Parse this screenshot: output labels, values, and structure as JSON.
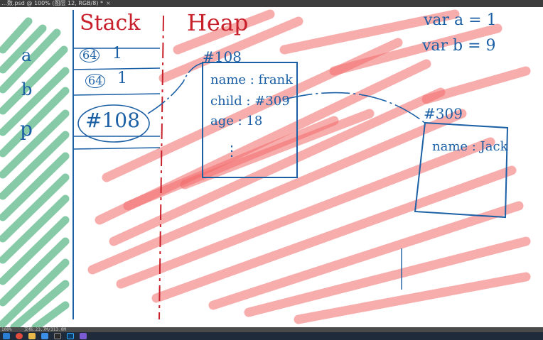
{
  "window": {
    "title": "…数.psd @ 100% (图层 12, RGB/8) *",
    "close_glyph": "×"
  },
  "canvas": {
    "stack_title": "Stack",
    "heap_title": "Heap",
    "vars": [
      "a",
      "b",
      "p"
    ],
    "stack_cells": [
      "64",
      "1",
      "64",
      "1",
      "#108"
    ],
    "heap_obj1": {
      "id": "#108",
      "name_line": "name : frank",
      "child_line": "child : #309",
      "age_line": "age : 18",
      "ellipsis": "⋮"
    },
    "heap_obj2": {
      "id": "#309",
      "name_line": "name : Jack"
    },
    "code": [
      "var a = 1",
      "var b = 9"
    ],
    "colors": {
      "ink_blue": "#1b5fa5",
      "ink_red": "#c8202a",
      "green_highlight": "#4aa57a",
      "red_scribble": "#f06b6b"
    }
  },
  "status": {
    "zoom": "100%",
    "doc_info": "文档:23.7M/313.0M"
  },
  "taskbar": {
    "icons": [
      "start-icon",
      "chrome-icon",
      "folder-icon",
      "editor-icon",
      "terminal-icon",
      "photoshop-icon",
      "app-icon"
    ]
  }
}
